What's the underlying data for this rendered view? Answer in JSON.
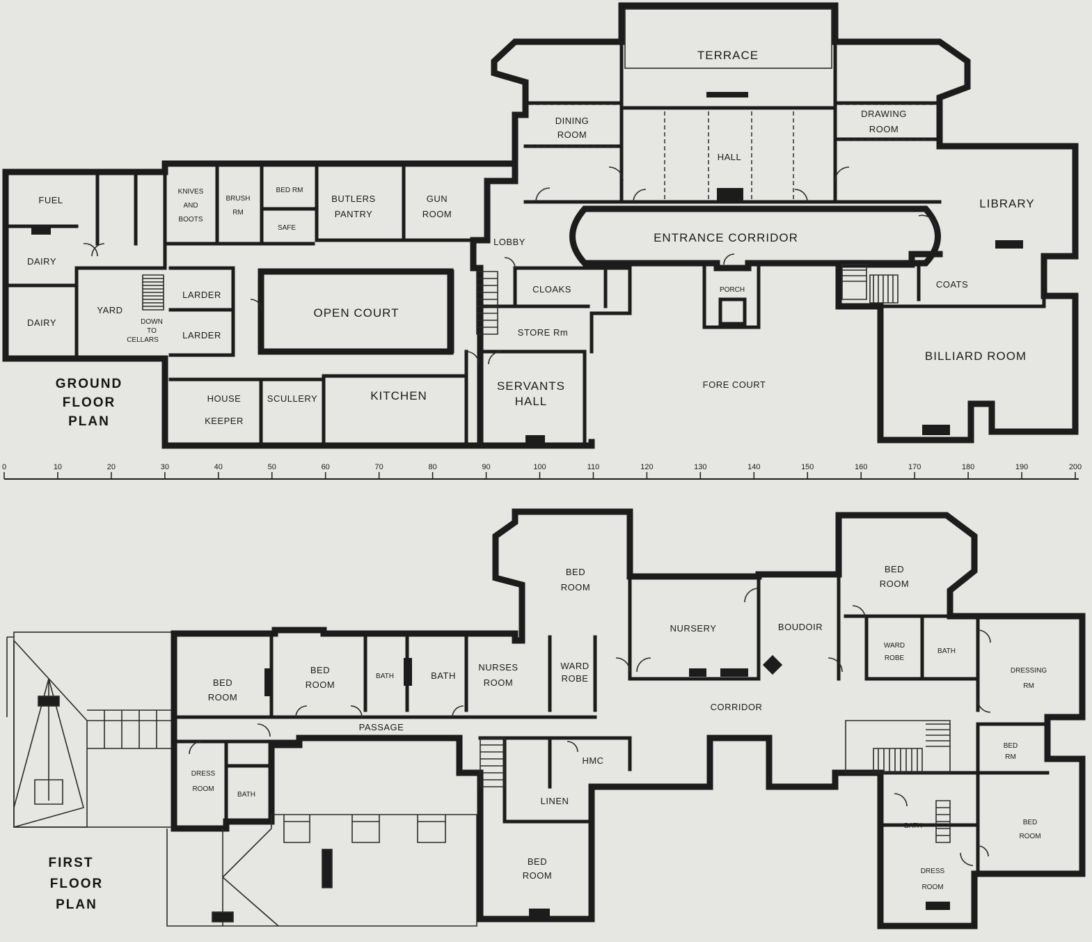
{
  "ground_floor": {
    "title": [
      "GROUND",
      "FLOOR",
      "PLAN"
    ],
    "rooms": {
      "terrace": "TERRACE",
      "dining_room": [
        "DINING",
        "ROOM"
      ],
      "hall": "HALL",
      "drawing_room": [
        "DRAWING",
        "ROOM"
      ],
      "library": "LIBRARY",
      "fuel": "FUEL",
      "knives_and_boots": [
        "KNIVES",
        "AND",
        "BOOTS"
      ],
      "brush_rm": [
        "BRUSH",
        "RM"
      ],
      "bed_rm": "BED RM",
      "butlers_pantry": [
        "BUTLERS",
        "PANTRY"
      ],
      "gun_room": [
        "GUN",
        "ROOM"
      ],
      "safe": "SAFE",
      "lobby": "LOBBY",
      "entrance_corridor": "ENTRANCE CORRIDOR",
      "dairy_1": "DAIRY",
      "dairy_2": "DAIRY",
      "yard": "YARD",
      "down_to_cellars": [
        "DOWN",
        "TO",
        "CELLARS"
      ],
      "larder_1": "LARDER",
      "larder_2": "LARDER",
      "open_court": "OPEN COURT",
      "cloaks": "CLOAKS",
      "porch": "PORCH",
      "coats": "COATS",
      "store_rm": "STORE Rm",
      "billiard_room": "BILLIARD ROOM",
      "house_keeper": [
        "HOUSE",
        "KEEPER"
      ],
      "scullery": "SCULLERY",
      "kitchen": "KITCHEN",
      "servants_hall": [
        "SERVANTS",
        "HALL"
      ],
      "fore_court": "FORE COURT"
    }
  },
  "scale_bar": {
    "labels": [
      "0",
      "10",
      "20",
      "30",
      "40",
      "50",
      "60",
      "70",
      "80",
      "90",
      "100",
      "110",
      "120",
      "130",
      "140",
      "150",
      "160",
      "170",
      "180",
      "190",
      "200"
    ]
  },
  "first_floor": {
    "title": [
      "FIRST",
      "FLOOR",
      "PLAN"
    ],
    "rooms": {
      "bed_room_nw": [
        "BED",
        "ROOM"
      ],
      "bed_room_ne": [
        "BED",
        "ROOM"
      ],
      "nursery": "NURSERY",
      "boudoir": "BOUDOIR",
      "bed_room_1": [
        "BED",
        "ROOM"
      ],
      "bed_room_2": [
        "BED",
        "ROOM"
      ],
      "bath_1": "BATH",
      "bath_2": "BATH",
      "nurses_room": [
        "NURSES",
        "ROOM"
      ],
      "ward_robe_1": [
        "WARD",
        "ROBE"
      ],
      "ward_robe_2": [
        "WARD",
        "ROBE"
      ],
      "bath_3": "BATH",
      "dressing_rm": [
        "DRESSING",
        "RM"
      ],
      "passage": "PASSAGE",
      "corridor": "CORRIDOR",
      "dress_room_1": [
        "DRESS",
        "ROOM"
      ],
      "bath_4": "BATH",
      "hmc": "HMC",
      "linen": "LINEN",
      "bed_rm_e": [
        "BED",
        "RM"
      ],
      "bath_5": "BATH",
      "bed_room_se": [
        "BED",
        "ROOM"
      ],
      "bed_room_s": [
        "BED",
        "ROOM"
      ],
      "dress_room_2": [
        "DRESS",
        "ROOM"
      ]
    }
  }
}
